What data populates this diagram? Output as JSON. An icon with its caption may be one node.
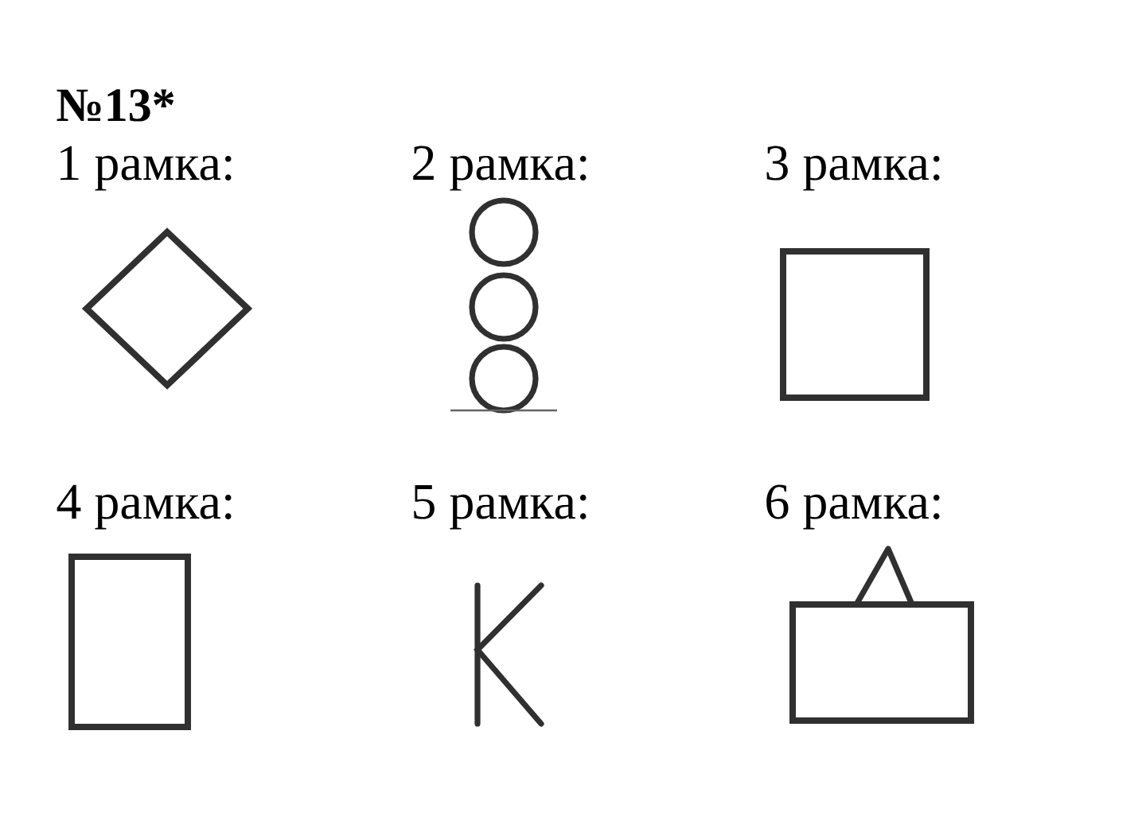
{
  "diagram": {
    "title": "№13*",
    "nodes": [
      {
        "text": [],
        "shape": "diamond",
        "beside": [
          "1 рамка:"
        ]
      },
      {
        "text": [],
        "shape": "picture",
        "beside": [
          "2 рамка:"
        ]
      },
      {
        "text": [],
        "shape": "box",
        "beside": [
          "3 рамка:"
        ]
      },
      {
        "text": [],
        "shape": "box",
        "beside": [
          "4 рамка:"
        ]
      },
      {
        "text": [],
        "shape": "picture",
        "beside": [
          "5 рамка:"
        ]
      },
      {
        "text": [],
        "shape": "triangle",
        "beside": [
          "6 рамка:"
        ]
      },
      {
        "text": [],
        "shape": "box"
      }
    ]
  }
}
